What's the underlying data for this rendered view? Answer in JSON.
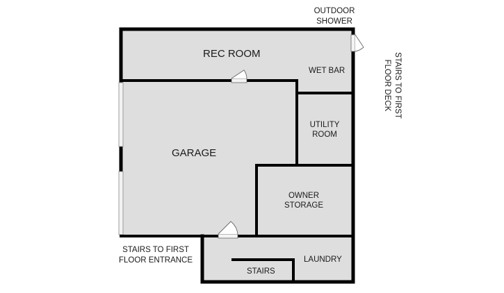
{
  "rooms": {
    "rec_room": "REC ROOM",
    "wet_bar": "WET BAR",
    "garage": "GARAGE",
    "utility_room": [
      "UTILITY",
      "ROOM"
    ],
    "owner_storage": [
      "OWNER",
      "STORAGE"
    ],
    "laundry": "LAUNDRY",
    "stairs": "STAIRS"
  },
  "exterior": {
    "outdoor_shower": [
      "OUTDOOR",
      "SHOWER"
    ],
    "stairs_first_deck": [
      "STAIRS TO FIRST",
      "FLOOR DECK"
    ],
    "stairs_first_entrance": [
      "STAIRS TO FIRST",
      "FLOOR ENTRANCE"
    ]
  },
  "colors": {
    "floor_fill": "#dedede",
    "wall": "#000000",
    "window": "#f2f2f2",
    "text": "#1a1a1a"
  }
}
